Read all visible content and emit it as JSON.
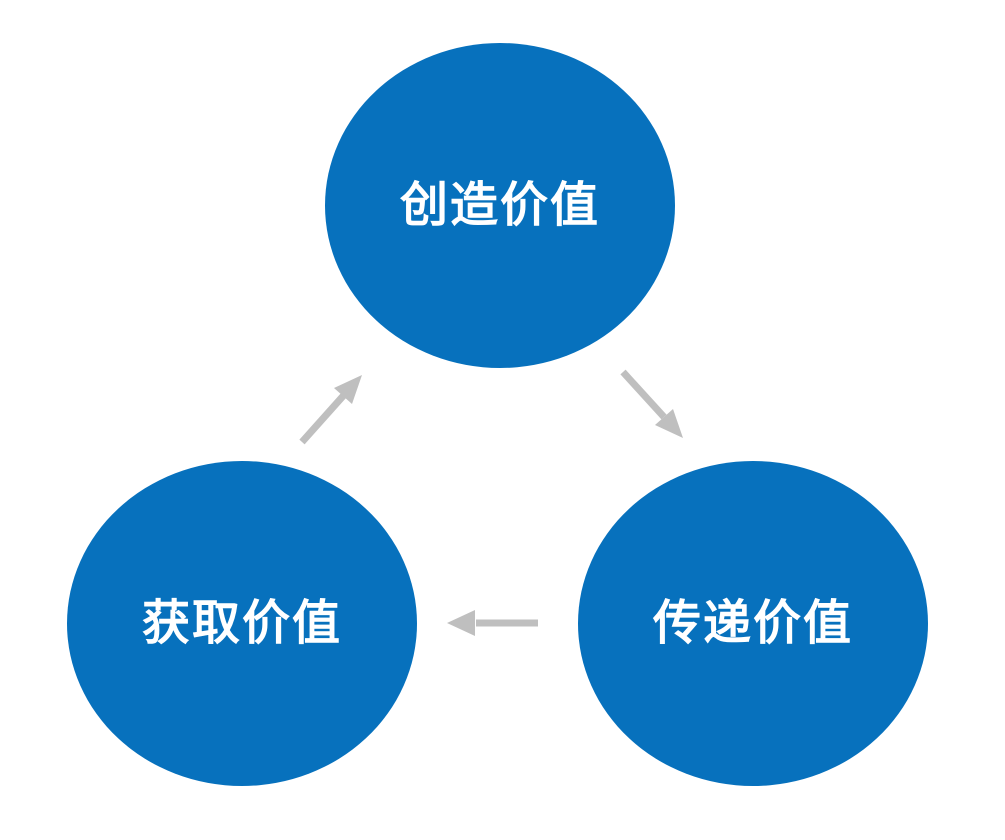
{
  "diagram": {
    "type": "cycle",
    "description": "Three-node circular value cycle diagram",
    "nodes": [
      {
        "id": "create-value",
        "label": "创造价值",
        "position": "top"
      },
      {
        "id": "deliver-value",
        "label": "传递价值",
        "position": "bottom-right"
      },
      {
        "id": "capture-value",
        "label": "获取价值",
        "position": "bottom-left"
      }
    ],
    "edges": [
      {
        "from": "create-value",
        "to": "deliver-value",
        "direction": "down-right"
      },
      {
        "from": "deliver-value",
        "to": "capture-value",
        "direction": "left"
      },
      {
        "from": "capture-value",
        "to": "create-value",
        "direction": "up-right"
      }
    ]
  },
  "colors": {
    "background": "#FFFFFF",
    "node_fill": "#0771BD",
    "node_text": "#FFFFFF",
    "arrow": "#BFBFBF"
  }
}
